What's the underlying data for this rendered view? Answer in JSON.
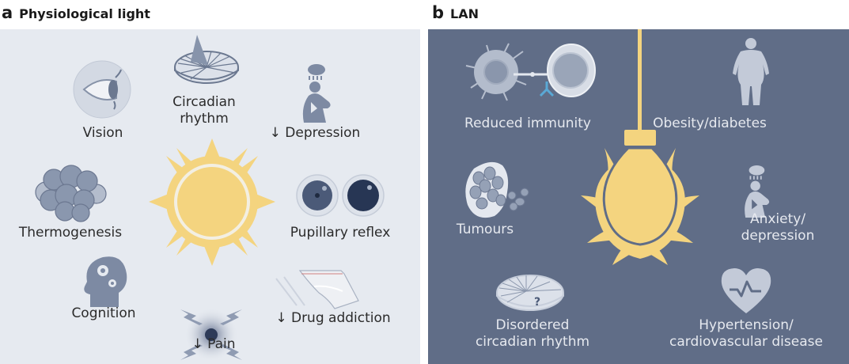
{
  "panels": {
    "a": {
      "letter": "a",
      "title": "Physiological light",
      "background": "#e6eaf0",
      "center_icon": "sun-icon",
      "items": [
        {
          "label": "Vision",
          "icon": "eye-icon"
        },
        {
          "label_line1": "Circadian",
          "label_line2": "rhythm",
          "icon": "sundial-icon"
        },
        {
          "label": "↓ Depression",
          "icon": "sad-person-rain-cloud-icon"
        },
        {
          "label": "Thermogenesis",
          "icon": "fat-cells-icon"
        },
        {
          "label": "Pupillary reflex",
          "icon": "pupils-icon"
        },
        {
          "label": "Cognition",
          "icon": "head-gears-icon"
        },
        {
          "label": "↓ Pain",
          "icon": "pain-burst-icon"
        },
        {
          "label": "↓ Drug addiction",
          "icon": "drug-bag-icon"
        }
      ]
    },
    "b": {
      "letter": "b",
      "title": "LAN",
      "background": "#606d87",
      "center_icon": "light-bulb-icon",
      "items": [
        {
          "label": "Reduced immunity",
          "icon": "immune-cells-icon"
        },
        {
          "label": "Obesity/diabetes",
          "icon": "obese-person-icon"
        },
        {
          "label": "Tumours",
          "icon": "tumour-cells-icon"
        },
        {
          "label_line1": "Anxiety/",
          "label_line2": "depression",
          "icon": "sad-person-rain-cloud-icon"
        },
        {
          "label_line1": "Disordered",
          "label_line2": "circadian rhythm",
          "icon": "broken-sundial-icon"
        },
        {
          "label_line1": "Hypertension/",
          "label_line2": "cardiovascular disease",
          "icon": "heart-pulse-icon"
        }
      ]
    }
  },
  "colors": {
    "sun": "#f4d47f",
    "icon_light_panel": "#7d8aa3",
    "icon_dark_panel": "#c3cad8",
    "antibody": "#5aa9d6"
  }
}
